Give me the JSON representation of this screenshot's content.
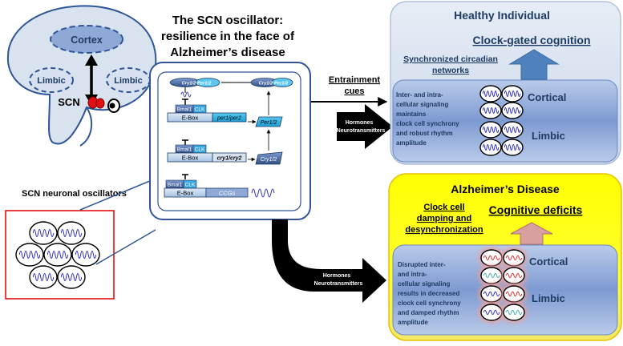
{
  "brain": {
    "cortex": "Cortex",
    "limbic_left": "Limbic",
    "limbic_right": "Limbic",
    "scn": "SCN",
    "neuronal_label": "SCN neuronal oscillators"
  },
  "center": {
    "title_lines": [
      "The SCN oscillator:",
      "resilience in the face of",
      "Alzheimer’s disease"
    ],
    "cry_per_left": "Cry1/2  Per1/2",
    "cry_per_right": "Cry1/2  Per1/2",
    "bmal1": "Bmal1",
    "clk": "CLK",
    "ebox": "E-Box",
    "per_gene": "per1/per2",
    "cry_gene": "cry1/cry2",
    "ccgs": "CCGs",
    "per_protein": "Per1/2",
    "cry_protein": "Cry1/2"
  },
  "arrows": {
    "entrainment_lines": [
      "Entrainment",
      "cues"
    ],
    "upper_arrow_lines": [
      "Hormones",
      "Neurotransmitters"
    ],
    "lower_arrow_lines": [
      "Hormones",
      "Neurotransmitters"
    ]
  },
  "healthy": {
    "title": "Healthy Individual",
    "cognition": "Clock-gated cognition",
    "sync_lines": [
      "Synchronized circadian",
      "networks"
    ],
    "desc_lines": [
      "Inter- and intra-",
      "cellular signaling",
      "maintains",
      "clock cell synchrony",
      "and robust rhythm",
      "amplitude"
    ],
    "cortical": "Cortical",
    "limbic": "Limbic"
  },
  "ad": {
    "title": "Alzheimer’s Disease",
    "damping_lines": [
      "Clock cell",
      "damping and",
      "desynchronization"
    ],
    "deficits": "Cognitive deficits",
    "desc_lines": [
      "Disrupted inter-",
      "and intra-",
      "cellular signaling",
      "results in decreased",
      "clock cell synchrony",
      "and damped rhythm",
      "amplitude"
    ],
    "cortical": "Cortical",
    "limbic": "Limbic"
  },
  "colors": {
    "navy": "#1f3b63",
    "panel_top": "#dfe7f2",
    "inner_blue": "#8ea9d8",
    "up_arrow_blue": "#4f81bd",
    "yellow": "#ffff00",
    "pink_arrow": "#d9a0a0",
    "red": "#e03030",
    "teal": "#40b0b0",
    "wave_blue": "#3030c0"
  }
}
